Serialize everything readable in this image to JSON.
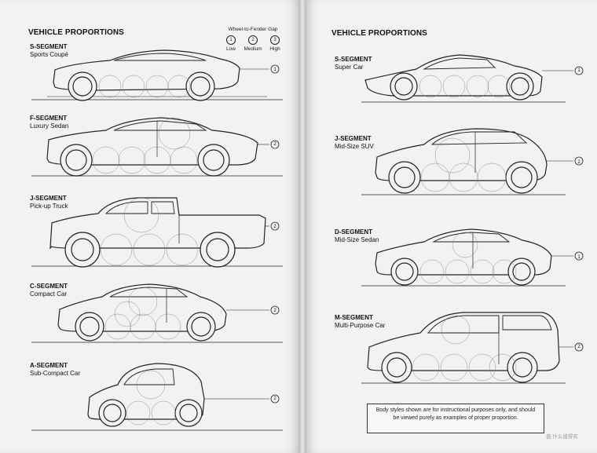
{
  "left_page": {
    "title": "VEHICLE PROPORTIONS",
    "legend": {
      "title": "Wheel-to-Fender Gap",
      "items": [
        {
          "num": "1",
          "label": "Low"
        },
        {
          "num": "2",
          "label": "Medium"
        },
        {
          "num": "3",
          "label": "High"
        }
      ]
    },
    "segments": [
      {
        "name": "S-SEGMENT",
        "desc": "Sports Coupé",
        "gap": "1"
      },
      {
        "name": "F-SEGMENT",
        "desc": "Luxury Sedan",
        "gap": "2"
      },
      {
        "name": "J-SEGMENT",
        "desc": "Pick-up Truck",
        "gap": "2"
      },
      {
        "name": "C-SEGMENT",
        "desc": "Compact Car",
        "gap": "2"
      },
      {
        "name": "A-SEGMENT",
        "desc": "Sub-Compact Car",
        "gap": "2"
      }
    ]
  },
  "right_page": {
    "title": "VEHICLE PROPORTIONS",
    "segments": [
      {
        "name": "S-SEGMENT",
        "desc": "Super Car",
        "gap": "1"
      },
      {
        "name": "J-SEGMENT",
        "desc": "Mid-Size SUV",
        "gap": "2"
      },
      {
        "name": "D-SEGMENT",
        "desc": "Mid-Size Sedan",
        "gap": "1"
      },
      {
        "name": "M-SEGMENT",
        "desc": "Multi-Purpose Car",
        "gap": "2"
      }
    ],
    "note": "Body styles shown are for instructional purposes only, and should be viewed purely as examples of proper proportion."
  },
  "watermark": "值 什么值得买"
}
